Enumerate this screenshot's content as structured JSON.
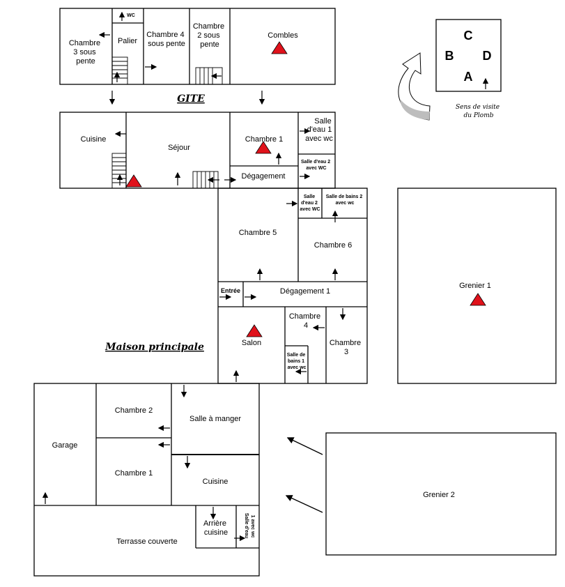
{
  "sections": {
    "gite": "GITE",
    "main_house": "Maison principale"
  },
  "rooms": {
    "chambre_3_sous_pente": [
      "Chambre",
      "3 sous",
      "pente"
    ],
    "palier": "Palier",
    "wc_top": "WC",
    "chambre_4_sous_pente": [
      "Chambre 4",
      "sous pente"
    ],
    "chambre_2_sous_pente": [
      "Chambre",
      "2 sous",
      "pente"
    ],
    "combles": "Combles",
    "cuisine_gite": "Cuisine",
    "sejour": "Séjour",
    "chambre_1_gite": "Chambre 1",
    "salle_eau_1_gite": [
      "Salle",
      "d'eau 1",
      "avec wc"
    ],
    "salle_eau_2_gite": [
      "Salle d'eau 2",
      "avec WC"
    ],
    "degagement_gite": "Dégagement",
    "salle_eau_2_main": [
      "Salle",
      "d'eau 2",
      "avec WC"
    ],
    "salle_bains_2": [
      "Salle de bains 2",
      "avec wc"
    ],
    "chambre_5": "Chambre 5",
    "chambre_6": "Chambre 6",
    "entree": "Entrée",
    "degagement_1": "Dégagement 1",
    "chambre_4": [
      "Chambre",
      "4"
    ],
    "salon": "Salon",
    "salle_bains_1": [
      "Salle de",
      "bains 1",
      "avec wc"
    ],
    "chambre_3": [
      "Chambre",
      "3"
    ],
    "grenier_1": "Grenier 1",
    "chambre_2": "Chambre 2",
    "salle_a_manger": "Salle à manger",
    "garage": "Garage",
    "chambre_1": "Chambre 1",
    "cuisine": "Cuisine",
    "arriere_cuisine": [
      "Arrière",
      "cuisine"
    ],
    "salle_eau_1_bas": [
      "Salle d'eau",
      "1 avec wc"
    ],
    "terrasse_couverte": "Terrasse couverte",
    "grenier_2": "Grenier 2"
  },
  "legend": {
    "letters": {
      "a": "A",
      "b": "B",
      "c": "C",
      "d": "D"
    },
    "caption": [
      "Sens de visite",
      "du Plomb"
    ]
  },
  "colors": {
    "marker": "#e0121b",
    "lines": "#000000"
  }
}
